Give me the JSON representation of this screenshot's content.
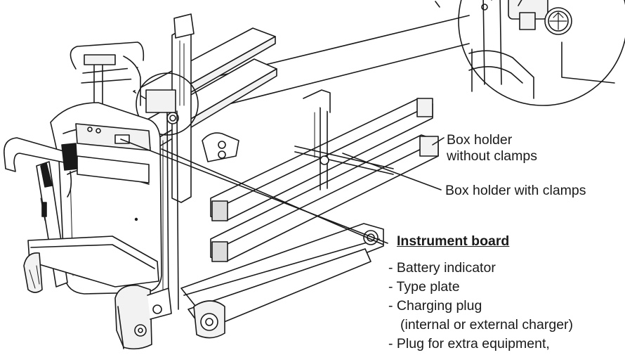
{
  "labels": {
    "box_holder_no_clamps_line1": "Box holder",
    "box_holder_no_clamps_line2": "without clamps",
    "box_holder_with_clamps": "Box holder with clamps",
    "instrument_board_title": "Instrument board"
  },
  "instrument_board_items": [
    "- Battery indicator",
    "- Type plate",
    "- Charging plug",
    "(internal or external charger)",
    "- Plug for extra equipment,"
  ],
  "colors": {
    "line": "#1a1a1a",
    "fill_light": "#f2f2f2",
    "fill_mid": "#dcdcdc",
    "background": "#ffffff"
  }
}
